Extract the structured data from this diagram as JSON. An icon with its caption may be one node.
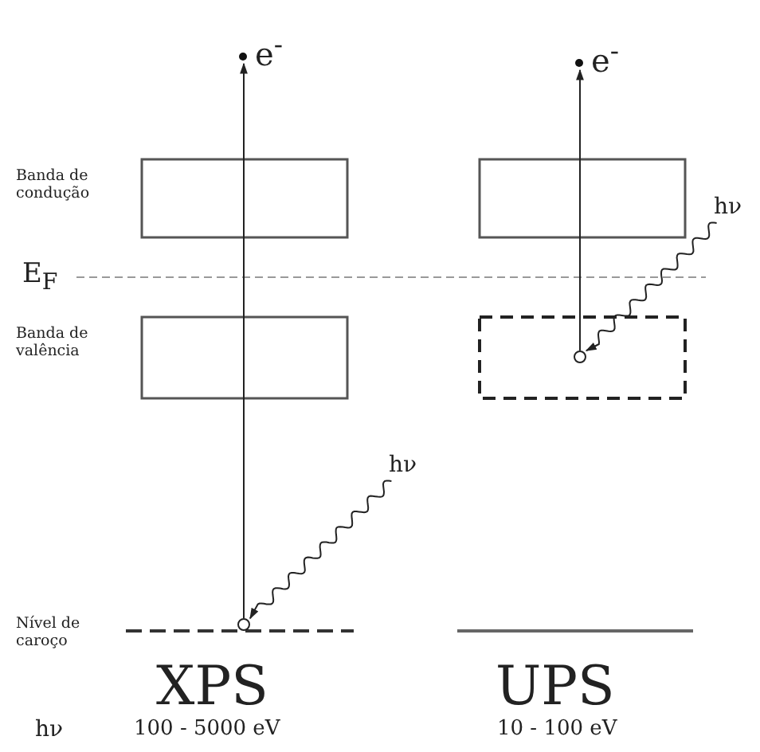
{
  "diagram": {
    "nodes": [
      {
        "text": [
          "e$^{-}$"
        ]
      },
      {
        "text": [],
        "shape": "circle"
      },
      {
        "text": [
          "hν"
        ]
      },
      {
        "text": [
          "e$^{-}$"
        ]
      },
      {
        "text": [],
        "shape": "circle"
      },
      {
        "text": [
          "hν"
        ]
      }
    ],
    "edges": [
      {
        "from": 1,
        "to": 0,
        "arrow": "to"
      },
      {
        "from": 2,
        "to": 1,
        "arrow": "to"
      },
      {
        "from": 4,
        "to": 3,
        "arrow": "to"
      },
      {
        "from": 5,
        "to": 4,
        "arrow": "to"
      }
    ],
    "labels": [
      "Banda de condução",
      "E$_{F}$",
      "Banda de valência",
      "Nível de caroço",
      "XPS",
      "UPS",
      "hν",
      "100 - 5000 eV",
      "10 - 100 eV"
    ]
  }
}
